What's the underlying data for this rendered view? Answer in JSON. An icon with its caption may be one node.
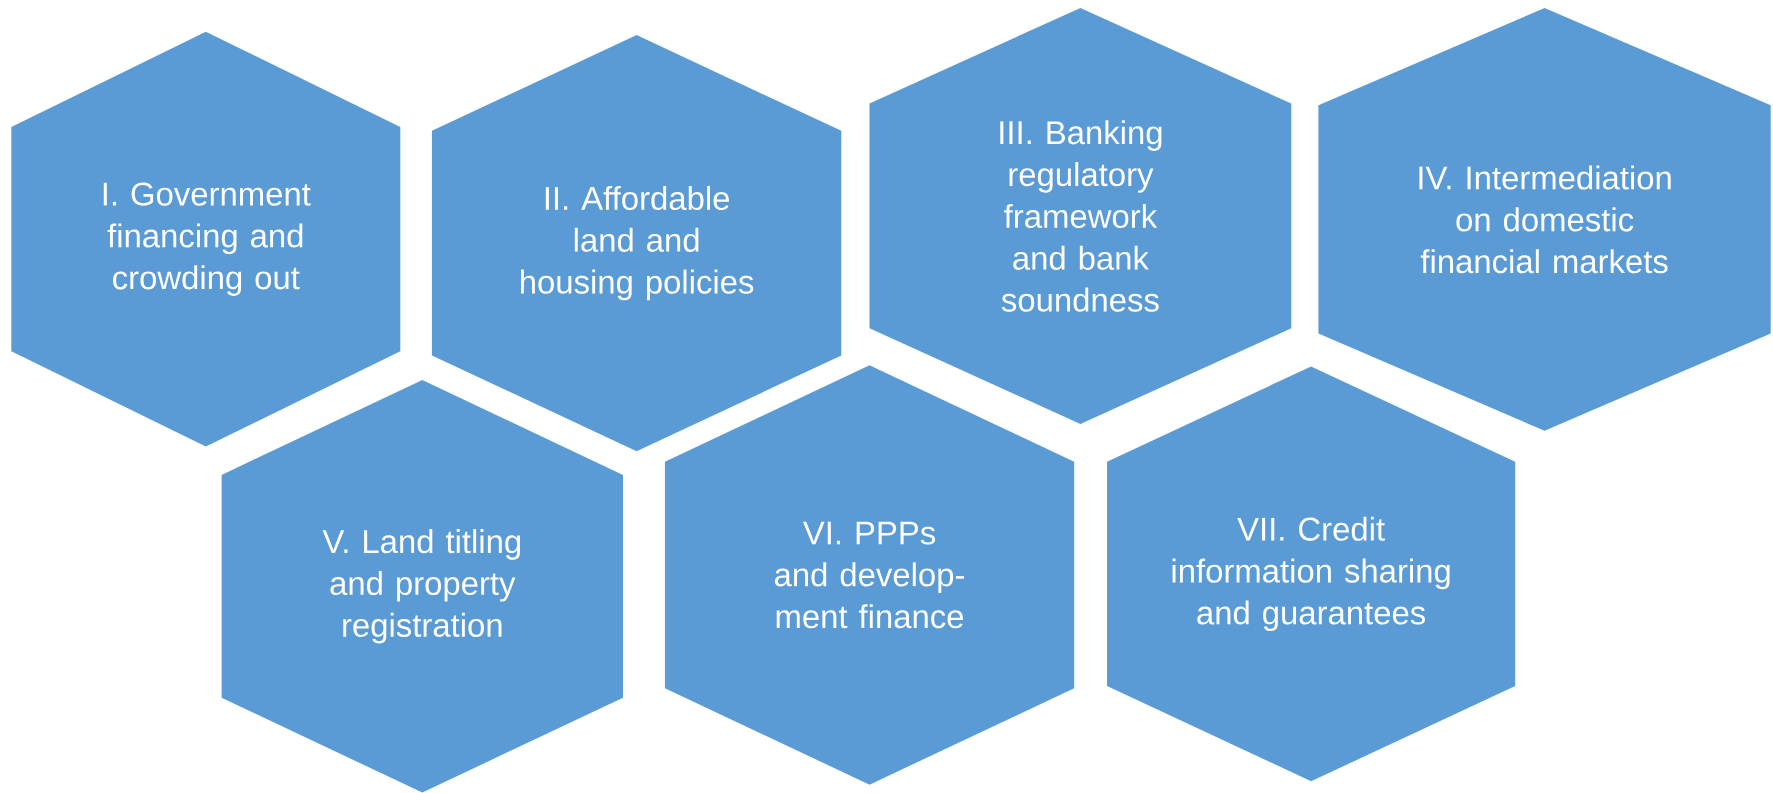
{
  "diagram": {
    "nodes": [
      {
        "text": [
          "I. Government financing and crowding out"
        ]
      },
      {
        "text": [
          "II. Affordable land and housing policies"
        ]
      },
      {
        "text": [
          "III. Banking regulatory framework and bank soundness"
        ]
      },
      {
        "text": [
          "IV. Intermediation on domestic financial markets"
        ]
      },
      {
        "text": [
          "V. Land titling and property registration"
        ]
      },
      {
        "text": [
          "VI. PPPs and develop- ment finance"
        ]
      },
      {
        "text": [
          "VII. Credit information sharing and guarantees"
        ]
      }
    ]
  }
}
